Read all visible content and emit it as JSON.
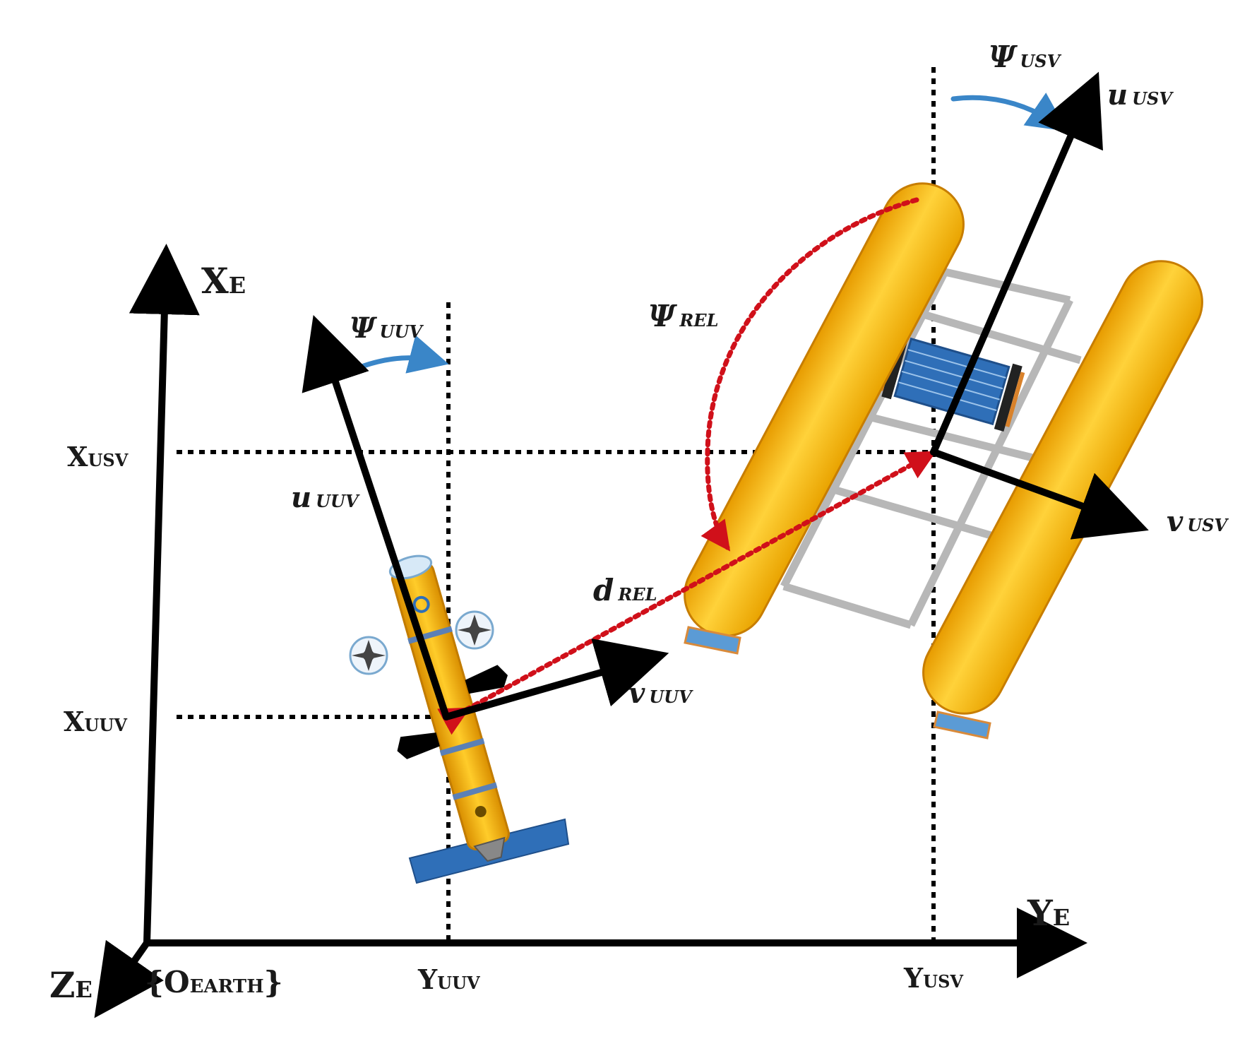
{
  "labels": {
    "x_earth": "X",
    "x_earth_sub": "E",
    "y_earth": "Y",
    "y_earth_sub": "E",
    "z_earth": "Z",
    "z_earth_sub": "E",
    "origin_open": "{O",
    "origin_sub": "EARTH",
    "origin_close": "}",
    "x_usv": "X",
    "x_usv_sub": "USV",
    "x_uuv": "X",
    "x_uuv_sub": "UUV",
    "y_uuv": "Y",
    "y_uuv_sub": "UUV",
    "y_usv": "Y",
    "y_usv_sub": "USV",
    "psi_usv": "Ψ",
    "psi_usv_sub": "USV",
    "u_usv": "u",
    "u_usv_sub": "USV",
    "v_usv": "v",
    "v_usv_sub": "USV",
    "psi_uuv": "Ψ",
    "psi_uuv_sub": "UUV",
    "u_uuv": "u",
    "u_uuv_sub": "UUV",
    "v_uuv": "v",
    "v_uuv_sub": "UUV",
    "psi_rel": "Ψ",
    "psi_rel_sub": "REL",
    "d_rel": "d",
    "d_rel_sub": "REL"
  },
  "colors": {
    "axis": "#000000",
    "relative": "#d0101a",
    "heading_arrow": "#3a86c8",
    "hull": "#f6b800",
    "hull_edge": "#d88a00",
    "frame": "#b4b4b4",
    "panel": "#2f6fb8",
    "fin": "#5b9bd5"
  }
}
